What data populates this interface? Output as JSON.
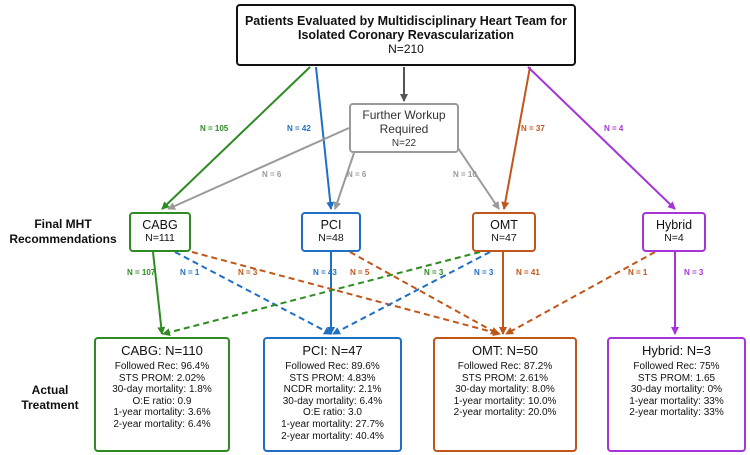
{
  "colors": {
    "cabg": "#2e8b22",
    "pci": "#1f6fc4",
    "omt": "#c0561a",
    "hybrid": "#a535d9",
    "workup": "#9a9a9a",
    "top": "#111111"
  },
  "top_box": {
    "line1": "Patients Evaluated by Multidisciplinary Heart Team for",
    "line2": "Isolated Coronary Revascularization",
    "n": "N=210"
  },
  "further_workup": {
    "line1": "Further Workup",
    "line2": "Required",
    "n": "N=22"
  },
  "side_labels": {
    "final_line1": "Final MHT",
    "final_line2": "Recommendations",
    "actual_line1": "Actual",
    "actual_line2": "Treatment"
  },
  "recommendations": [
    {
      "label": "CABG",
      "n": "N=111"
    },
    {
      "label": "PCI",
      "n": "N=48"
    },
    {
      "label": "OMT",
      "n": "N=47"
    },
    {
      "label": "Hybrid",
      "n": "N=4"
    }
  ],
  "actual": [
    {
      "title": "CABG: N=110",
      "lines": [
        "Followed Rec: 96.4%",
        "STS PROM: 2.02%",
        "30-day mortality: 1.8%",
        "O:E ratio: 0.9",
        "1-year mortality: 3.6%",
        "2-year mortality: 6.4%"
      ]
    },
    {
      "title": "PCI: N=47",
      "lines": [
        "Followed Rec: 89.6%",
        "STS PROM: 4.83%",
        "NCDR mortality: 2.1%",
        "30-day mortality: 6.4%",
        "O:E ratio: 3.0",
        "1-year mortality: 27.7%",
        "2-year mortality: 40.4%"
      ]
    },
    {
      "title": "OMT: N=50",
      "lines": [
        "Followed Rec: 87.2%",
        "STS PROM: 2.61%",
        "30-day mortality: 8.0%",
        "1-year mortality: 10.0%",
        "2-year mortality: 20.0%"
      ]
    },
    {
      "title": "Hybrid: N=3",
      "lines": [
        "Followed Rec: 75%",
        "STS PROM: 1.65",
        "30-day mortality: 0%",
        "1-year mortality: 33%",
        "2-year mortality: 33%"
      ]
    }
  ],
  "flows": {
    "top_to_cabg": "N = 105",
    "top_to_pci": "N = 42",
    "top_to_omt": "N = 37",
    "top_to_hybrid": "N = 4",
    "workup_to_cabg": "N = 6",
    "workup_to_pci": "N = 6",
    "workup_to_omt": "N = 10",
    "cabg_to_cabg": "N = 107",
    "cabg_to_pci": "N = 1",
    "cabg_to_omt": "N = 3",
    "pci_to_pci": "N = 43",
    "pci_to_omt": "N = 5",
    "omt_to_cabg": "N = 3",
    "omt_to_pci": "N = 3",
    "omt_to_omt": "N = 41",
    "hybrid_to_omt": "N = 1",
    "hybrid_to_hybrid": "N = 3"
  }
}
